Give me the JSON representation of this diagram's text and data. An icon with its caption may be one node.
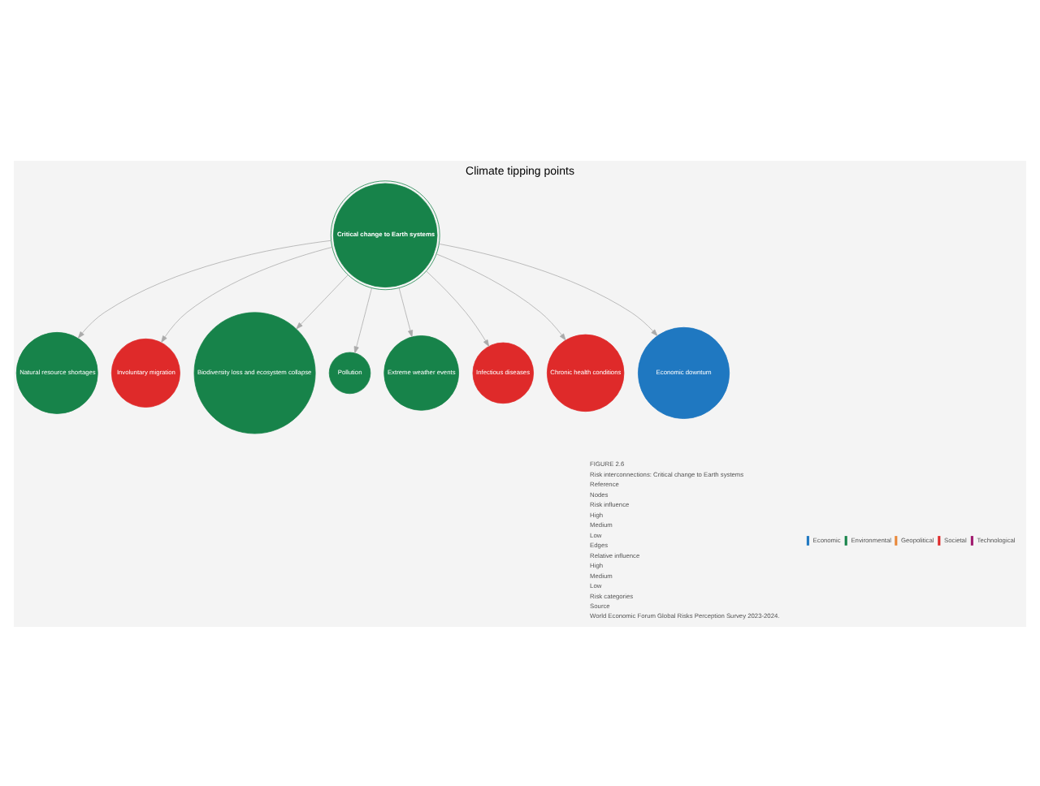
{
  "diagram": {
    "title": "Climate tipping points",
    "nodes": [
      {
        "text": [
          "Natural resource shortages"
        ]
      },
      {
        "text": [
          "Critical change to Earth systems"
        ]
      },
      {
        "text": [
          "Involuntary migration"
        ]
      },
      {
        "text": [
          "Biodiversity loss and ecosystem collapse"
        ]
      },
      {
        "text": [
          "Pollution"
        ]
      },
      {
        "text": [
          "Extreme weather events"
        ]
      },
      {
        "text": [
          "Infectious diseases"
        ]
      },
      {
        "text": [
          "Chronic health conditions"
        ]
      },
      {
        "text": [
          "Economic downturn"
        ]
      }
    ],
    "edges": [
      {
        "from": 1,
        "to": 0,
        "arrow": "to"
      },
      {
        "from": 1,
        "to": 2,
        "arrow": "to"
      },
      {
        "from": 1,
        "to": 3,
        "arrow": "to"
      },
      {
        "from": 1,
        "to": 4,
        "arrow": "to"
      },
      {
        "from": 1,
        "to": 5,
        "arrow": "to"
      },
      {
        "from": 1,
        "to": 6,
        "arrow": "to"
      },
      {
        "from": 1,
        "to": 7,
        "arrow": "to"
      },
      {
        "from": 1,
        "to": 8,
        "arrow": "to"
      }
    ],
    "labels": [
      "FIGURE 2.6",
      "Risk interconnections: Critical change to Earth systems",
      "Reference",
      "Nodes",
      "Risk influence",
      "High",
      "Medium",
      "Low",
      "Edges",
      "Relative influence",
      "High",
      "Medium",
      "Low",
      "Risk categories",
      "Source",
      "World Economic Forum Global Risks Perception Survey 2023-2024."
    ],
    "legend": [
      {
        "text": "Economic",
        "color": "#1f78c1"
      },
      {
        "text": "Environmental",
        "color": "#17834a"
      },
      {
        "text": "Geopolitical",
        "color": "#e8883a"
      },
      {
        "text": "Societal",
        "color": "#df2a2a"
      },
      {
        "text": "Technological",
        "color": "#a01a6e"
      }
    ]
  }
}
